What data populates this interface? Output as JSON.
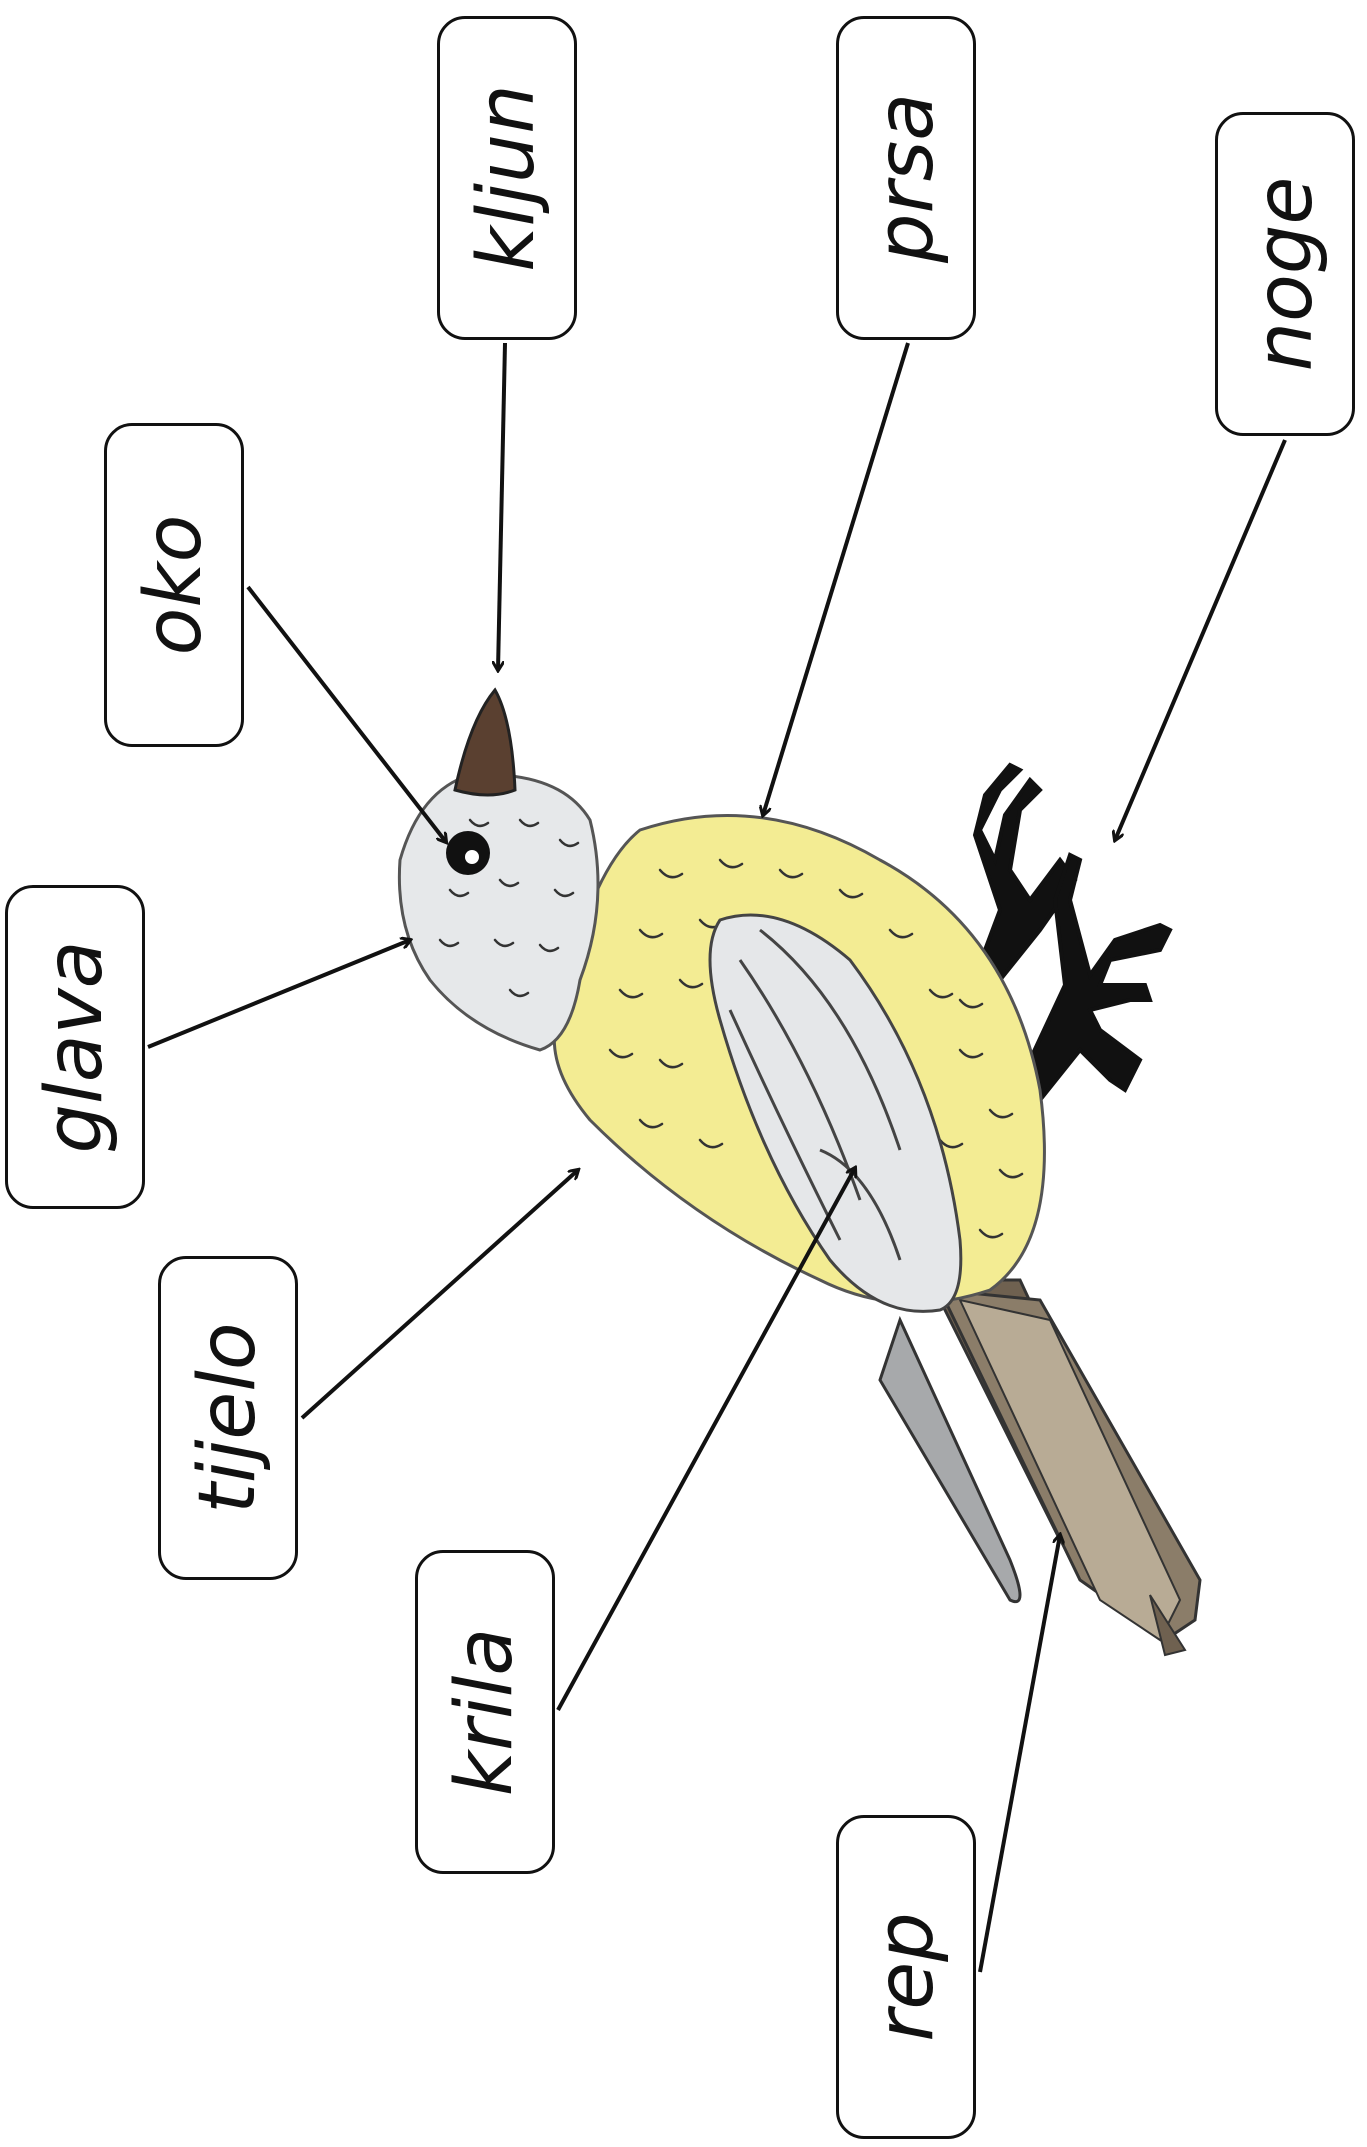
{
  "labels": {
    "oko": "oko",
    "kljun": "kljun",
    "prsa": "prsa",
    "noge": "noge",
    "glava": "glava",
    "tijelo": "tijelo",
    "krila": "krila",
    "rep": "rep"
  },
  "colors": {
    "body": "#f3ec93",
    "head": "#e6e8ea",
    "wing": "#e5e7e9",
    "beak": "#5a4030",
    "tail_dark": "#6f6150",
    "tail_light": "#b8ab95",
    "tail_grey": "#a7a9ab",
    "legs": "#111111",
    "outline": "#333333"
  }
}
